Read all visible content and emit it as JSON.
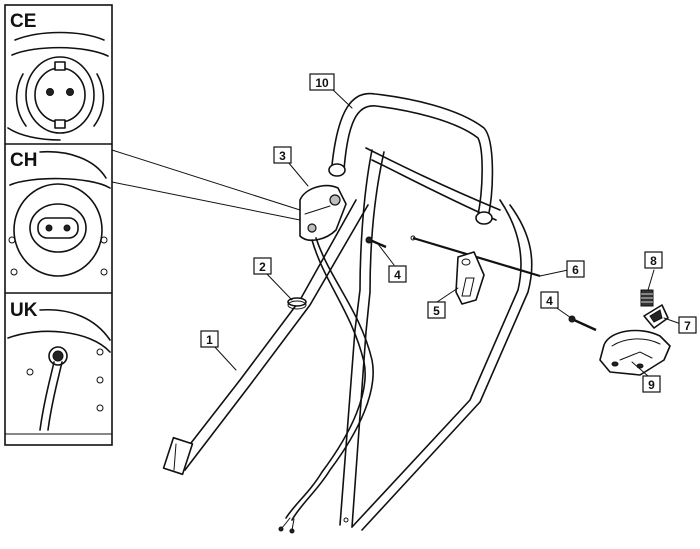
{
  "inset_panels": [
    {
      "label": "CE"
    },
    {
      "label": "CH"
    },
    {
      "label": "UK"
    }
  ],
  "callouts": [
    {
      "number": "1"
    },
    {
      "number": "2"
    },
    {
      "number": "3"
    },
    {
      "number": "4"
    },
    {
      "number": "4"
    },
    {
      "number": "5"
    },
    {
      "number": "6"
    },
    {
      "number": "7"
    },
    {
      "number": "8"
    },
    {
      "number": "9"
    },
    {
      "number": "10"
    }
  ]
}
